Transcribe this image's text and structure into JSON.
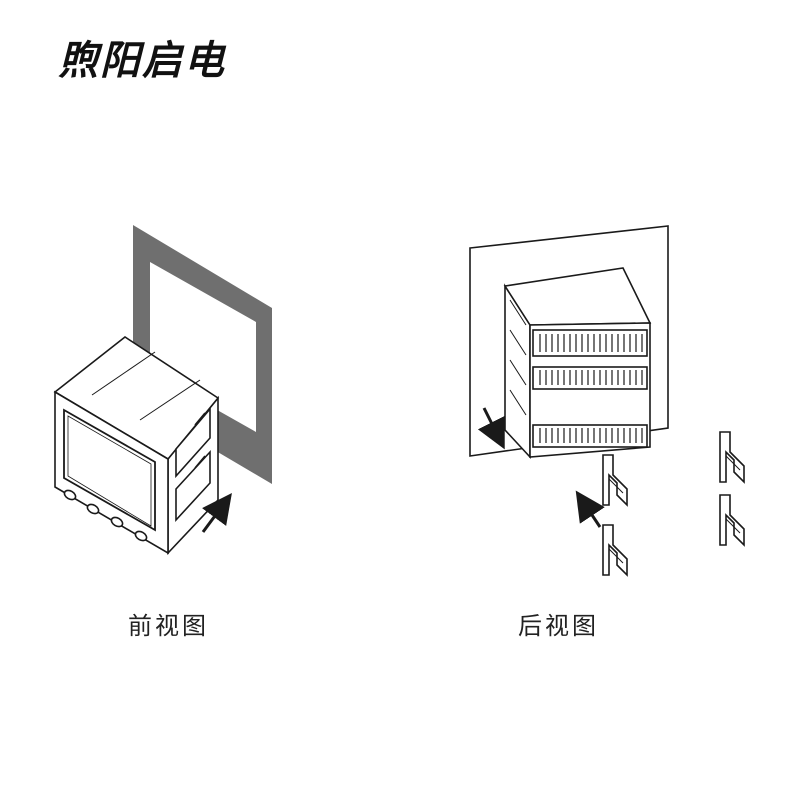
{
  "brand": "煦阳启电",
  "captions": {
    "front": "前视图",
    "back": "后视图"
  },
  "colors": {
    "panel_gray": "#6f6f6f",
    "line": "#1a1a1a",
    "background": "#ffffff"
  },
  "icons": {
    "front_arrow": "arrow-up-right-icon",
    "back_arrow_down": "arrow-down-icon",
    "back_arrow_up": "arrow-up-left-icon",
    "clip": "mounting-clip-icon"
  }
}
